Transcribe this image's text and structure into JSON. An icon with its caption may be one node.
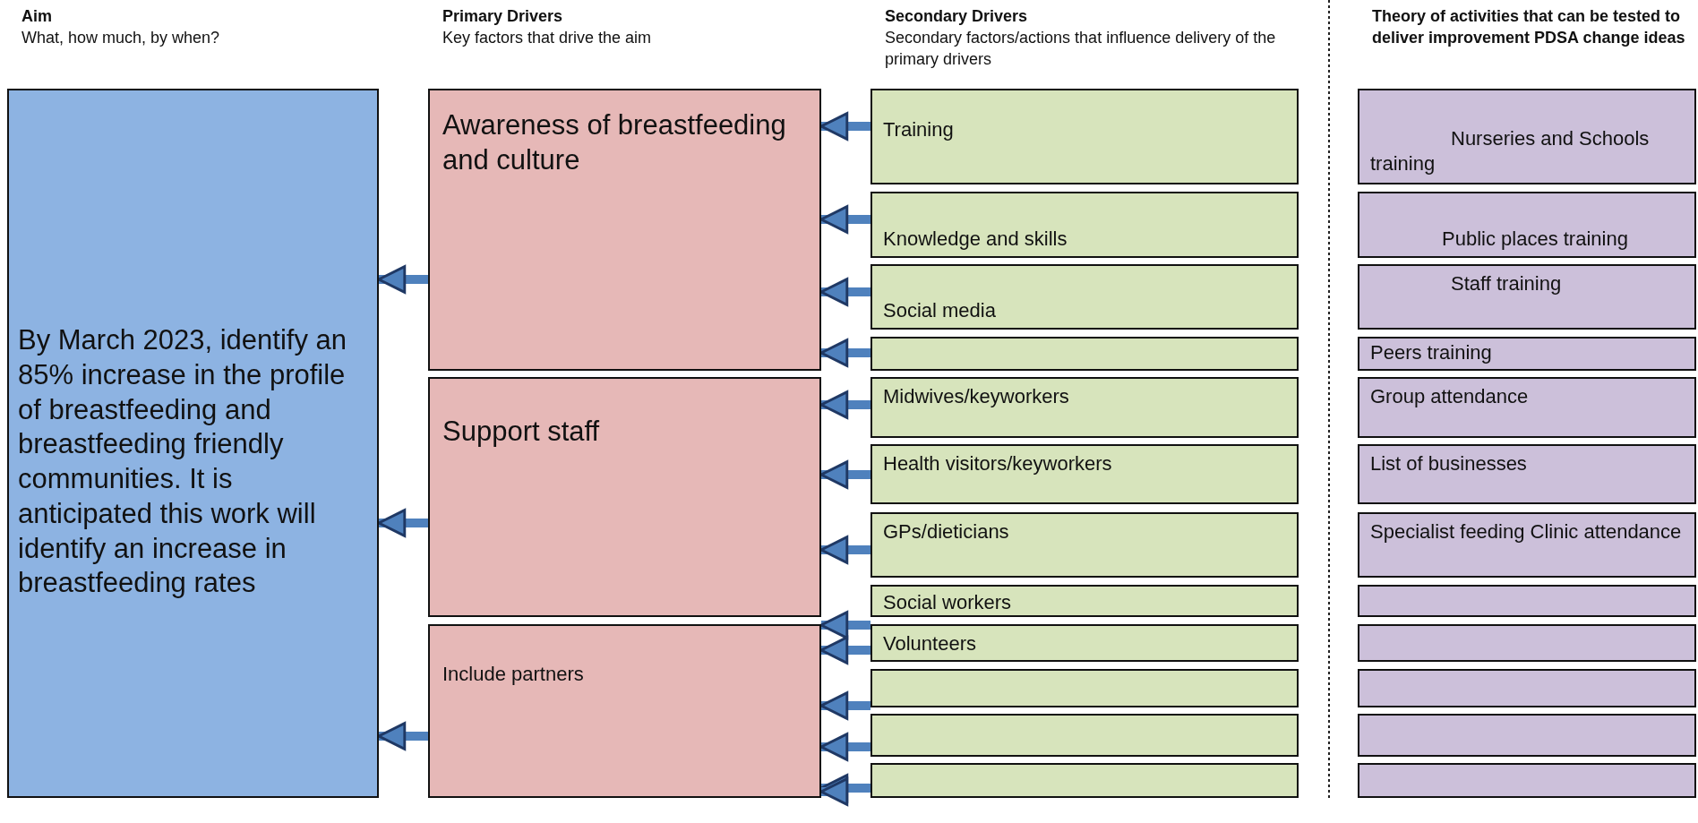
{
  "diagram": {
    "nodes": [
      {
        "text": [
          "By March 2023, identify an 85% increase in the profile of breastfeeding and breastfeeding friendly communities.  It is anticipated this work will identify an increase in breastfeeding rates"
        ]
      },
      {
        "text": [
          "Awareness of breastfeeding and culture"
        ]
      },
      {
        "text": [
          "Support staff"
        ]
      },
      {
        "text": [
          "Include partners"
        ]
      },
      {
        "text": [
          "Training"
        ]
      },
      {
        "text": [
          "Knowledge and skills"
        ]
      },
      {
        "text": [
          "Social media"
        ]
      },
      {
        "text": [],
        "shape": "box"
      },
      {
        "text": [
          "Midwives/keyworkers"
        ]
      },
      {
        "text": [
          "Health visitors/keyworkers"
        ]
      },
      {
        "text": [
          "GPs/dieticians"
        ]
      },
      {
        "text": [
          "Social workers"
        ]
      },
      {
        "text": [
          "Volunteers"
        ]
      },
      {
        "text": [],
        "shape": "box"
      },
      {
        "text": [],
        "shape": "box"
      },
      {
        "text": [],
        "shape": "box"
      },
      {
        "text": [
          "Nurseries and Schools training"
        ]
      },
      {
        "text": [
          "Public places training"
        ]
      },
      {
        "text": [
          "Staff training"
        ]
      },
      {
        "text": [
          "Peers training"
        ]
      },
      {
        "text": [
          "Group attendance"
        ]
      },
      {
        "text": [
          "List of businesses"
        ]
      },
      {
        "text": [
          "Specialist feeding Clinic attendance"
        ]
      },
      {
        "text": [],
        "shape": "box"
      },
      {
        "text": [],
        "shape": "box"
      },
      {
        "text": [],
        "shape": "box"
      },
      {
        "text": [],
        "shape": "box"
      },
      {
        "text": [],
        "shape": "box"
      }
    ],
    "edges": [
      {
        "from": 1,
        "to": 0,
        "arrow": "to"
      },
      {
        "from": 2,
        "to": 0,
        "arrow": "to"
      },
      {
        "from": 3,
        "to": 0,
        "arrow": "to"
      },
      {
        "from": 4,
        "to": 1,
        "arrow": "to"
      },
      {
        "from": 5,
        "to": 1,
        "arrow": "to"
      },
      {
        "from": 6,
        "to": 1,
        "arrow": "to"
      },
      {
        "from": 7,
        "to": 1,
        "arrow": "to"
      },
      {
        "from": 8,
        "to": 2,
        "arrow": "to"
      },
      {
        "from": 9,
        "to": 2,
        "arrow": "to"
      },
      {
        "from": 10,
        "to": 2,
        "arrow": "to"
      },
      {
        "from": 11,
        "to": 2,
        "arrow": "to"
      },
      {
        "from": 12,
        "to": 3,
        "arrow": "to"
      },
      {
        "from": 13,
        "to": 3,
        "arrow": "to"
      },
      {
        "from": 14,
        "to": 3,
        "arrow": "to"
      },
      {
        "from": 15,
        "to": 3,
        "arrow": "to"
      },
      {
        "from": null,
        "to": 3,
        "arrow": "to"
      }
    ],
    "labels": [
      "Aim",
      "What, how much, by when?",
      "Primary Drivers",
      "Key factors that drive the aim",
      "Secondary Drivers",
      "Secondary factors/actions that influence delivery of the primary drivers",
      "Theory of activities that can be tested to deliver improvement PDSA change ideas"
    ]
  }
}
